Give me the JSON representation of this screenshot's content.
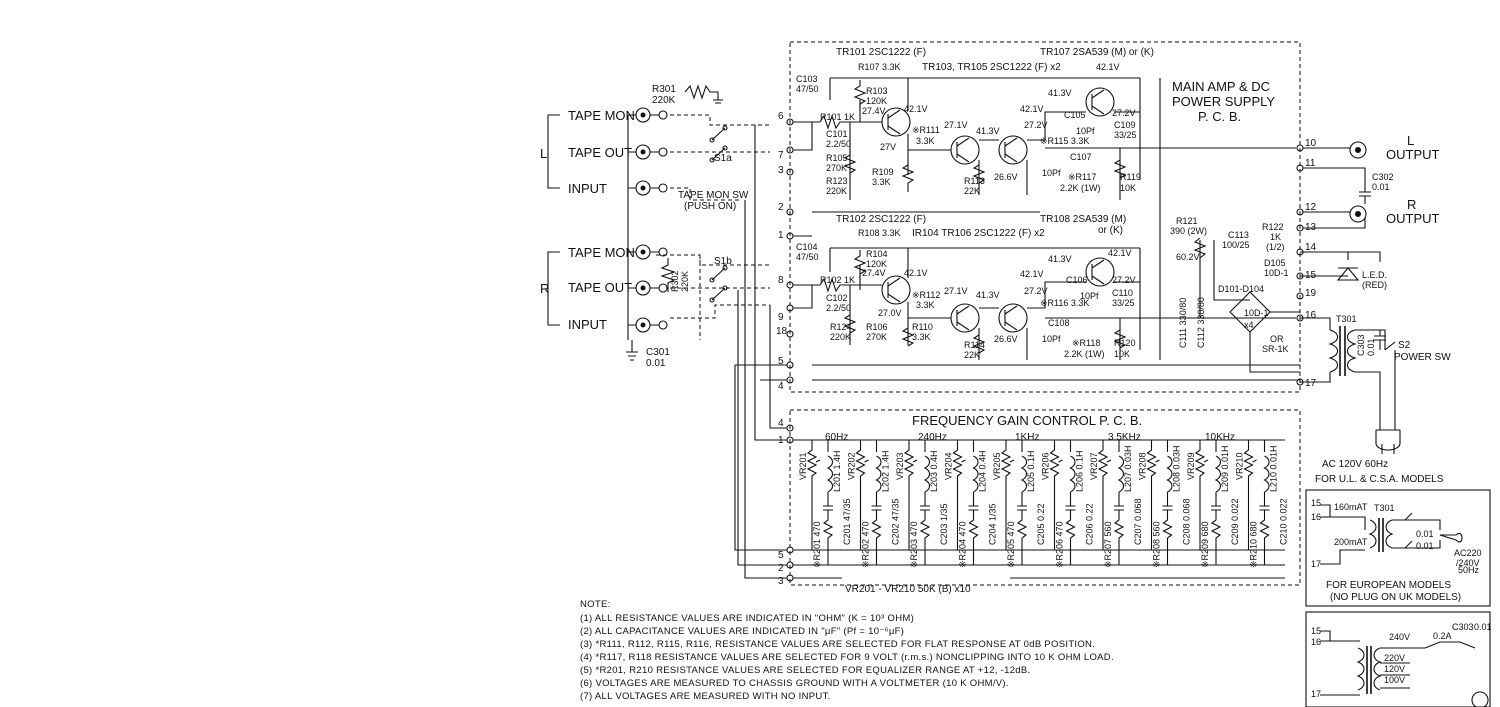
{
  "left_channel": {
    "title": "L",
    "tape_mon": "TAPE MON",
    "tape_out": "TAPE OUT",
    "input": "INPUT",
    "resistor": "R301",
    "resistor_value": "220K",
    "switch": "S1a"
  },
  "right_channel": {
    "title": "R",
    "tape_mon": "TAPE MON",
    "tape_out": "TAPE OUT",
    "input": "INPUT",
    "resistor": "R302",
    "resistor_value": "220K",
    "switch": "S1b",
    "cap": "C301",
    "cap_value": "0.01"
  },
  "tape_mon_sw": {
    "line1": "TAPE MON SW",
    "line2": "(PUSH ON)"
  },
  "main_amp": {
    "title_line1": "MAIN AMP & DC",
    "title_line2": "POWER SUPPLY",
    "title_line3": "P. C. B.",
    "top_transistors": [
      "TR101  2SC1222 (F)",
      "TR103, TR105  2SC1222 (F) x2",
      "TR107  2SA539 (M) or (K)"
    ],
    "bottom_transistors": [
      "TR102  2SC1222 (F)",
      "IR104  TR106  2SC1222 (F) x2",
      "TR108  2SA539 (M)",
      "or (K)"
    ],
    "components_upper": [
      "R107 3.3K",
      "C103",
      "47/50",
      "R103",
      "120K",
      "27.4V",
      "42.1V",
      "R101 1K",
      "C101",
      "2.2/50",
      "R105",
      "270K",
      "R123",
      "220K",
      "27V",
      "R109",
      "3.3K",
      "※R111",
      "3.3K",
      "27.1V",
      "41.3V",
      "42.1V",
      "27.2V",
      "※R115 3.3K",
      "C105",
      "10Pf",
      "C107",
      "10Pf",
      "R113",
      "22K",
      "26.6V",
      "※R117",
      "2.2K (1W)",
      "R119",
      "10K",
      "41.3V",
      "27.2V",
      "C109",
      "33/25",
      "42.1V"
    ],
    "components_lower": [
      "R108 3.3K",
      "C104",
      "47/50",
      "R104",
      "120K",
      "27.4V",
      "42.1V",
      "R102 1K",
      "C102",
      "2.2/50",
      "R124",
      "220K",
      "R106",
      "270K",
      "27.0V",
      "R110",
      "3.3K",
      "※R112",
      "3.3K",
      "27.1V",
      "41.3V",
      "42.1V",
      "27.2V",
      "※R116 3.3K",
      "C106",
      "10Pf",
      "C108",
      "10Pf",
      "R114",
      "22K",
      "26.6V",
      "※R118",
      "2.2K (1W)",
      "R120",
      "10K",
      "41.3V",
      "42.1V",
      "27.2V",
      "C110",
      "33/25"
    ],
    "power_components": [
      "R121",
      "390 (2W)",
      "60.2V",
      "C111 330/80",
      "C112 330/80",
      "C113",
      "100/25",
      "R122",
      "1K",
      "(1/2)",
      "D105",
      "10D-1",
      "D101-D104",
      "10D-1",
      "x4",
      "OR",
      "SR-1K",
      "L.E.D.",
      "(RED)",
      "T301",
      "C303",
      "0.01",
      "S2",
      "POWER SW"
    ],
    "pins_left": [
      "6",
      "7",
      "3",
      "2",
      "1",
      "8",
      "9",
      "18",
      "5",
      "4"
    ],
    "pins_right": [
      "10",
      "11",
      "12",
      "13",
      "14",
      "15",
      "19",
      "16",
      "17"
    ]
  },
  "outputs": {
    "left_line1": "L",
    "left_line2": "OUTPUT",
    "right_line1": "R",
    "right_line2": "OUTPUT",
    "cap": "C302",
    "cap_value": "0.01"
  },
  "freq_pcb": {
    "title": "FREQUENCY GAIN CONTROL P. C. B.",
    "bands": [
      "60Hz",
      "240Hz",
      "1KHz",
      "3.5KHz",
      "10KHz"
    ],
    "vr_labels": [
      "VR201",
      "VR202",
      "VR203",
      "VR204",
      "VR205",
      "VR206",
      "VR207",
      "VR208",
      "VR209",
      "VR210"
    ],
    "inductors": [
      "L201",
      "1.4H",
      "L202",
      "1.4H",
      "L203",
      "0.4H",
      "L204",
      "0.4H",
      "L205",
      "0.1H",
      "L206",
      "0.1H",
      "L207",
      "0.03H",
      "L208",
      "0.03H",
      "L209",
      "0.01H",
      "L210",
      "0.01H"
    ],
    "capacitors": [
      "C201",
      "47/35",
      "C202",
      "47/35",
      "C203",
      "1/35",
      "C204",
      "1/35",
      "C205",
      "0.22",
      "C206",
      "0.22",
      "C207",
      "0.068",
      "C208",
      "0.068",
      "C209",
      "0.022",
      "C210",
      "0.022"
    ],
    "resistors": [
      "※R201",
      "470",
      "※R202",
      "470",
      "※R203",
      "470",
      "※R204",
      "470",
      "※R205",
      "470",
      "※R206",
      "470",
      "※R207",
      "560",
      "※R208",
      "560",
      "※R209",
      "680",
      "※R210",
      "680"
    ],
    "pins": [
      "4",
      "1",
      "5",
      "2",
      "3"
    ],
    "vr_note": "VR201 - VR210  50K (B) x10"
  },
  "notes": {
    "title": "NOTE:",
    "lines": [
      "(1)   ALL RESISTANCE VALUES ARE INDICATED IN \"OHM\" (K = 10³ OHM)",
      "(2)   ALL CAPACITANCE VALUES ARE INDICATED IN \"μF\" (Pf = 10⁻⁶μF)",
      "(3)   *R111, R112, R115, R116, RESISTANCE VALUES ARE SELECTED FOR FLAT RESPONSE AT 0dB POSITION.",
      "(4)   *R117, R118 RESISTANCE VALUES ARE SELECTED FOR 9 VOLT (r.m.s.) NONCLIPPING INTO 10 K OHM LOAD.",
      "(5)   *R201, R210 RESISTANCE VALUES ARE SELECTED FOR EQUALIZER RANGE AT +12, -12dB.",
      "(6)   VOLTAGES ARE MEASURED TO CHASSIS GROUND WITH A VOLTMETER (10 K OHM/V).",
      "(7)   ALL VOLTAGES ARE MEASURED WITH NO INPUT."
    ]
  },
  "power": {
    "ac_label": "AC 120V  60Hz",
    "ul_label": "FOR U.L. & C.S.A. MODELS",
    "euro": {
      "pins": [
        "15",
        "16",
        "17"
      ],
      "fuse1": "160mAT",
      "fuse2": "200mAT",
      "transformer": "T301",
      "cap1": "0.01",
      "cap2": "0.01",
      "ac": "AC220",
      "ac2": "/240V",
      "hz": "50Hz",
      "caption1": "FOR EUROPEAN MODELS",
      "caption2": "(NO PLUG ON UK MODELS)"
    },
    "multi": {
      "pins": [
        "15",
        "16",
        "17"
      ],
      "taps": [
        "240V",
        "220V",
        "120V",
        "100V"
      ],
      "fuse": "0.2A",
      "cap": "C303",
      "cap_value": "0.01"
    }
  }
}
